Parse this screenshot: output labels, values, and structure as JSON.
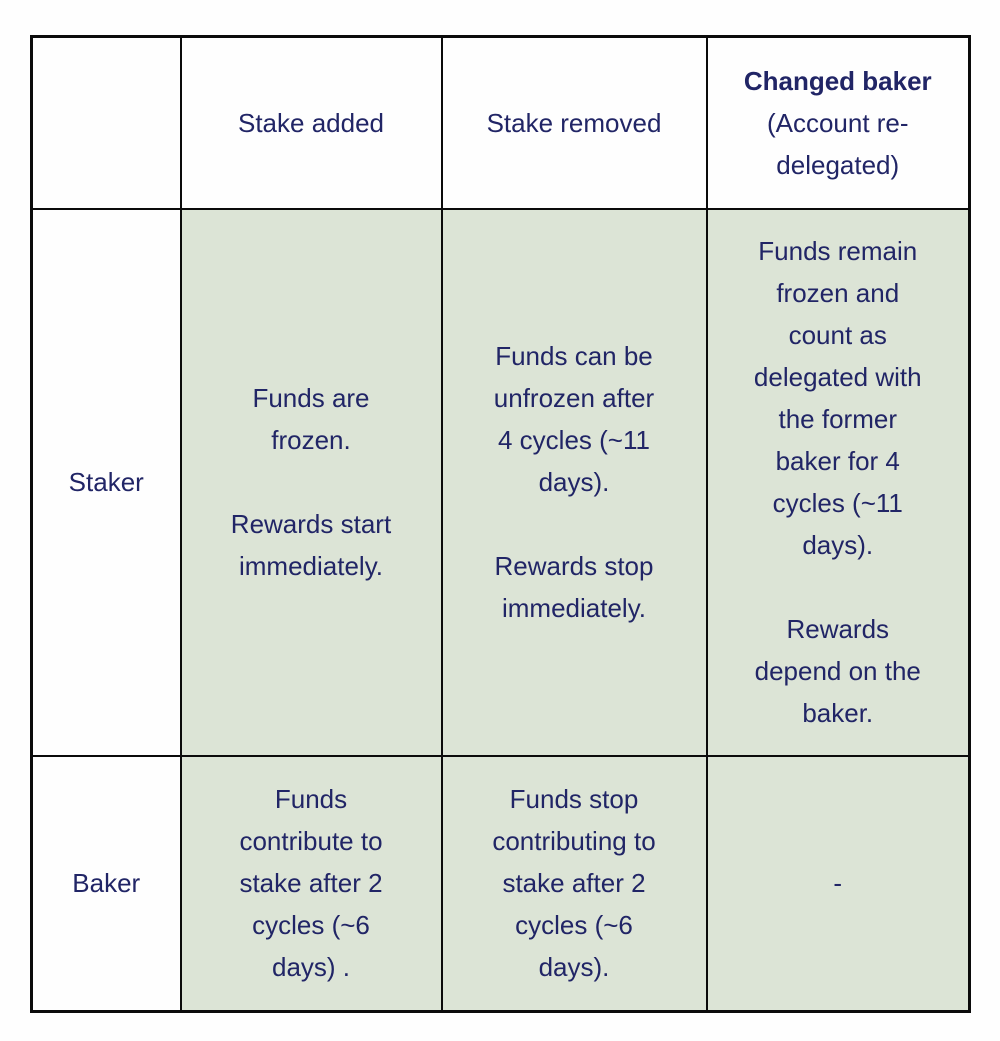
{
  "colors": {
    "text_navy": "#212566",
    "cell_green": "#dce4d6",
    "cell_white": "#fefefe",
    "border_black": "#0b0b0b",
    "page_background": "#fefefe"
  },
  "table": {
    "header": {
      "corner": "",
      "stake_added": "Stake added",
      "stake_removed": "Stake removed",
      "changed_baker_title": "Changed baker",
      "changed_baker_subtitle": "(Account re-delegated)"
    },
    "rows": [
      {
        "label": "Staker",
        "stake_added": [
          "Funds are frozen.",
          "Rewards start immediately."
        ],
        "stake_removed": [
          "Funds can be unfrozen after 4 cycles (~11 days).",
          "Rewards stop immediately."
        ],
        "changed_baker": [
          "Funds remain frozen and count as delegated with the former baker for 4 cycles (~11 days).",
          "Rewards depend on the baker."
        ]
      },
      {
        "label": "Baker",
        "stake_added": [
          "Funds contribute to stake after 2 cycles (~6 days) ."
        ],
        "stake_removed": [
          "Funds stop contributing to stake after 2 cycles (~6 days)."
        ],
        "changed_baker": [
          "-"
        ]
      }
    ]
  }
}
